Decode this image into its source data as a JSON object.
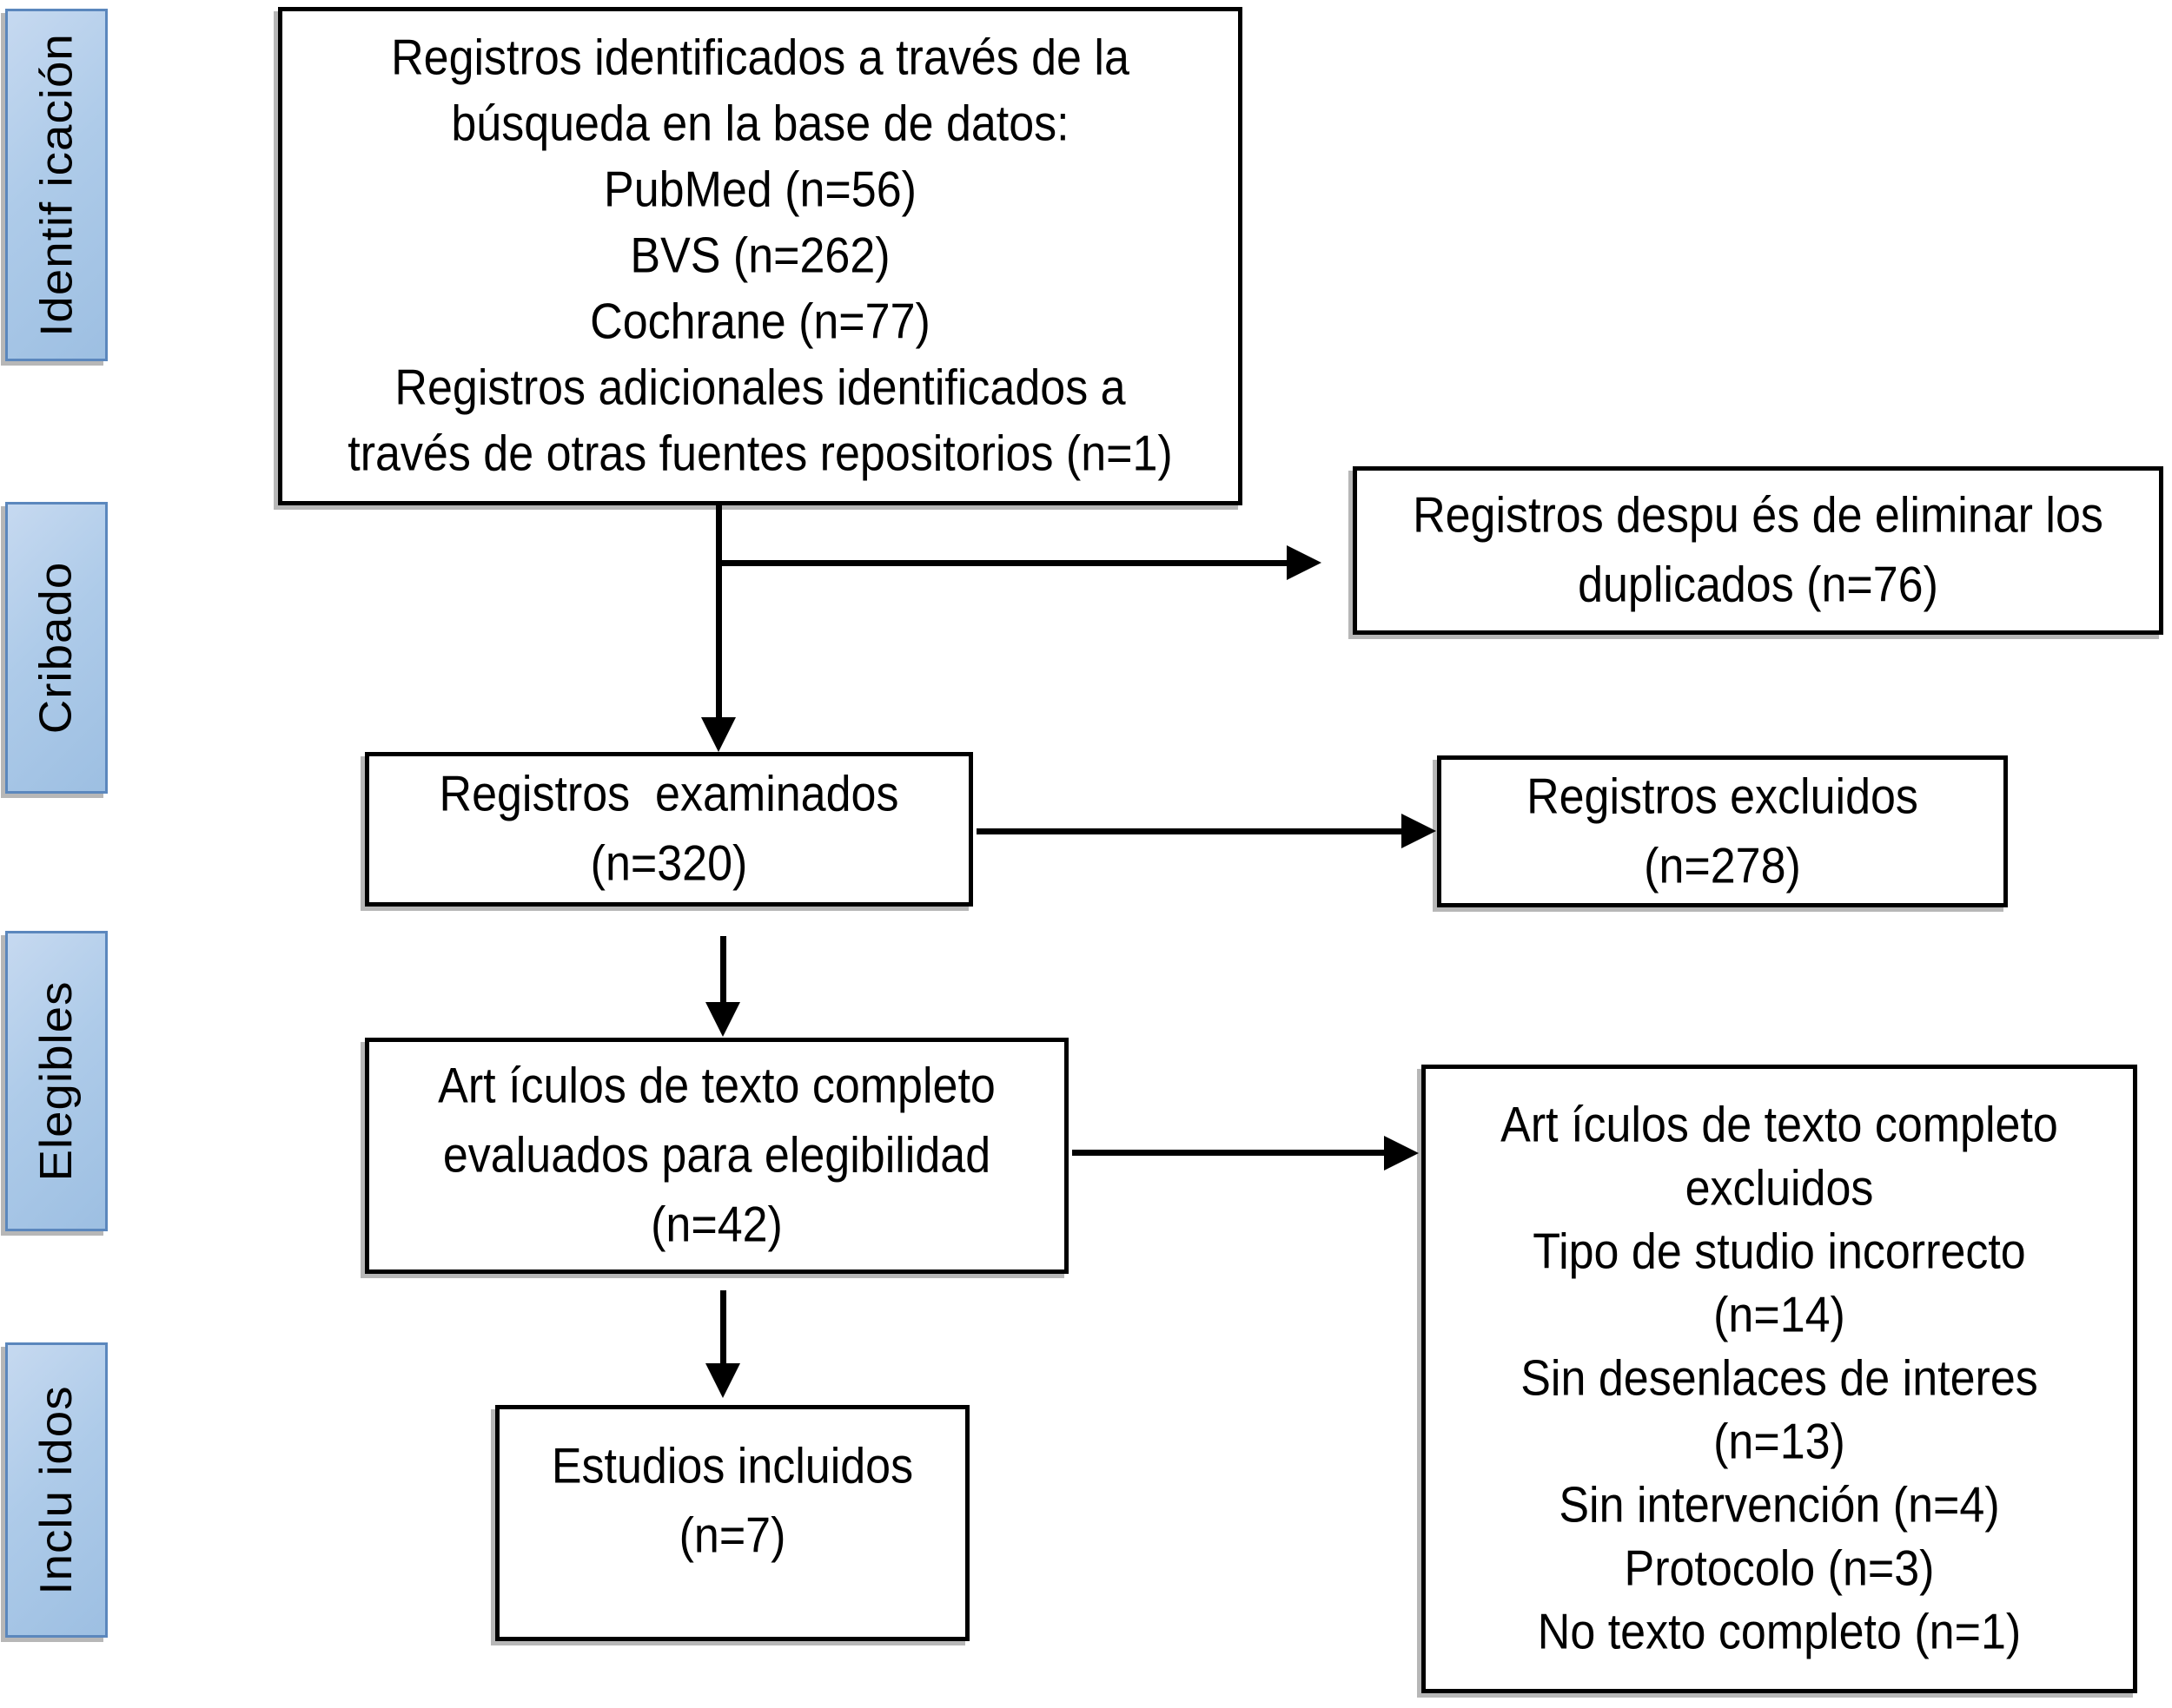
{
  "sidebar": {
    "labels": [
      {
        "text": "Identif icación"
      },
      {
        "text": "Cribado"
      },
      {
        "text": "Elegibles"
      },
      {
        "text": "Inclu idos"
      }
    ]
  },
  "boxes": {
    "identified": {
      "lines": [
        "Registros identificados a través de la",
        "búsqueda en la base de datos:",
        "PubMed (n=56)",
        "BVS (n=262)",
        "Cochrane (n=77)",
        "Registros adicionales identificados a",
        "través de otras fuentes repositorios (n=1)"
      ]
    },
    "duplicates_removed": {
      "lines": [
        "Registros despu és de eliminar los",
        "duplicados (n=76)"
      ]
    },
    "screened": {
      "lines": [
        "Registros  examinados",
        "(n=320)"
      ]
    },
    "records_excluded": {
      "lines": [
        "Registros excluidos",
        "(n=278)"
      ]
    },
    "fulltext_assessed": {
      "lines": [
        "Art ículos de texto completo",
        "evaluados para elegibilidad",
        "(n=42)"
      ]
    },
    "fulltext_excluded": {
      "lines": [
        "Art ículos de texto completo",
        "excluidos",
        "Tipo de studio incorrecto",
        "(n=14)",
        "Sin desenlaces de interes",
        "(n=13)",
        "Sin intervención (n=4)",
        "Protocolo (n=3)",
        "No texto completo (n=1)"
      ]
    },
    "included": {
      "lines": [
        "Estudios incluidos",
        "(n=7)"
      ]
    }
  },
  "colors": {
    "stage_fill_light": "#c6d9f0",
    "stage_fill_dark": "#9dbfe2",
    "stage_border": "#5b87bd",
    "box_fill": "#ffffff",
    "box_border": "#000000",
    "arrow": "#000000",
    "shadow": "#b7b7b7",
    "text": "#000000"
  }
}
